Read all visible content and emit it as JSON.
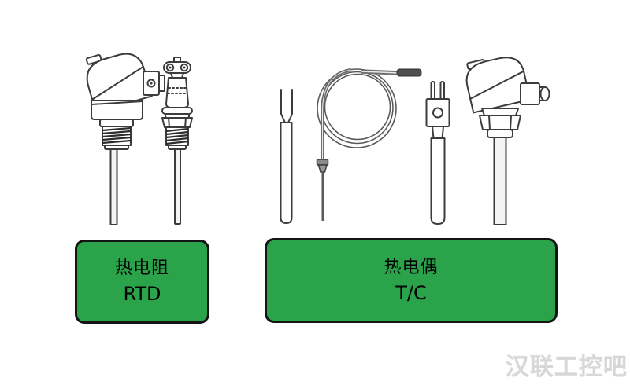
{
  "colors": {
    "label_green": "#2ba34b",
    "label_border": "#141414",
    "line_art": "#3c3c3c",
    "watermark_gray": "#d7d7d7"
  },
  "labels": {
    "rtd": {
      "chinese": "热电阻",
      "abbrev": "RTD"
    },
    "tc": {
      "chinese": "热电偶",
      "abbrev": "T/C"
    }
  },
  "watermark": {
    "text": "汉联工控吧"
  },
  "figures": [
    "rtd-connection-head-sensor-illustration",
    "rtd-plug-style-sensor-illustration",
    "tc-bare-element-illustration",
    "tc-coiled-capillary-illustration",
    "tc-plug-probe-illustration",
    "tc-connection-head-sensor-illustration"
  ]
}
